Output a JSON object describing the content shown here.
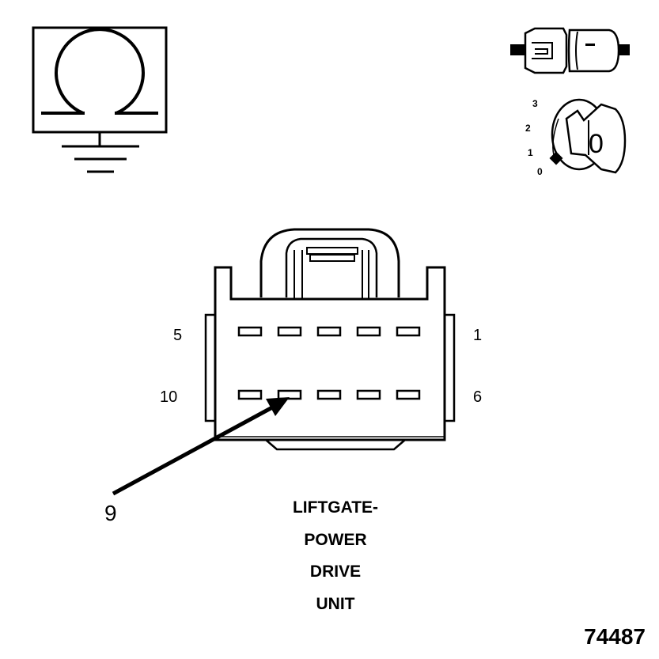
{
  "icons": {
    "ohmmeter": "ohmmeter-ground-icon",
    "connector": "connector-disconnect-icon",
    "ignition": "ignition-key-off-icon"
  },
  "ignition": {
    "positions": [
      "3",
      "2",
      "1",
      "0"
    ],
    "key_label": "0"
  },
  "connector": {
    "pin_labels": {
      "top_left": "5",
      "top_right": "1",
      "bottom_left": "10",
      "bottom_right": "6"
    },
    "callout_pin": "9"
  },
  "caption": {
    "lines": [
      "LIFTGATE-",
      "POWER",
      "DRIVE",
      "UNIT"
    ]
  },
  "figure_number": "74487"
}
